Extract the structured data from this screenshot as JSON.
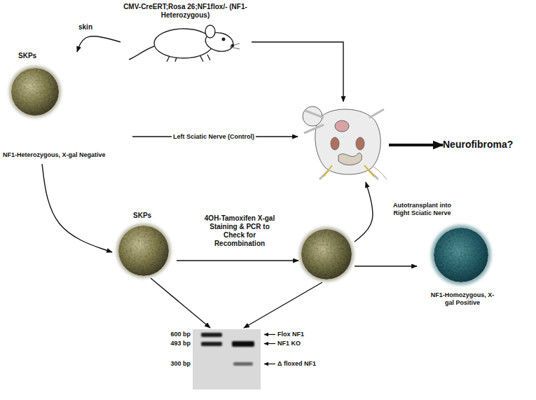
{
  "diagram": {
    "nodes": [
      {
        "text": [
          "CMV-CreERT;Rosa 26;NF1flox/- (NF1-Heterozygous)"
        ]
      },
      {
        "text": [
          "SKPs",
          "NF1-Heterozygous, X-gal Negative"
        ]
      },
      {
        "text": []
      },
      {
        "text": [
          "SKPs"
        ]
      },
      {
        "text": []
      },
      {
        "text": [
          "NF1-Homozygous, X-gal Positive"
        ]
      },
      {
        "text": [
          "Neurofibroma?"
        ]
      },
      {
        "text": [
          "600 bp",
          "493 bp",
          "300 bp",
          "Flox NF1",
          "NF1 KO",
          "Δ floxed NF1"
        ]
      }
    ],
    "edges": [
      {
        "from": 0,
        "to": 1,
        "label": "skin",
        "arrow": "to"
      },
      {
        "from": 0,
        "to": 2,
        "arrow": "to"
      },
      {
        "from": 1,
        "to": 2,
        "label": "Left Sciatic Nerve (Control)",
        "arrow": "to"
      },
      {
        "from": 2,
        "to": 6,
        "arrow": "to"
      },
      {
        "from": 1,
        "to": 3,
        "arrow": "to"
      },
      {
        "from": 3,
        "to": 4,
        "label": "4OH-Tamoxifen X-gal Staining & PCR to Check for Recombination",
        "arrow": "to"
      },
      {
        "from": 4,
        "to": 2,
        "label": "Autotransplant into Right Sciatic Nerve",
        "arrow": "to"
      },
      {
        "from": 4,
        "to": 5,
        "arrow": "to"
      },
      {
        "from": 3,
        "to": 7,
        "arrow": "to"
      },
      {
        "from": 4,
        "to": 7,
        "arrow": "to"
      }
    ]
  }
}
